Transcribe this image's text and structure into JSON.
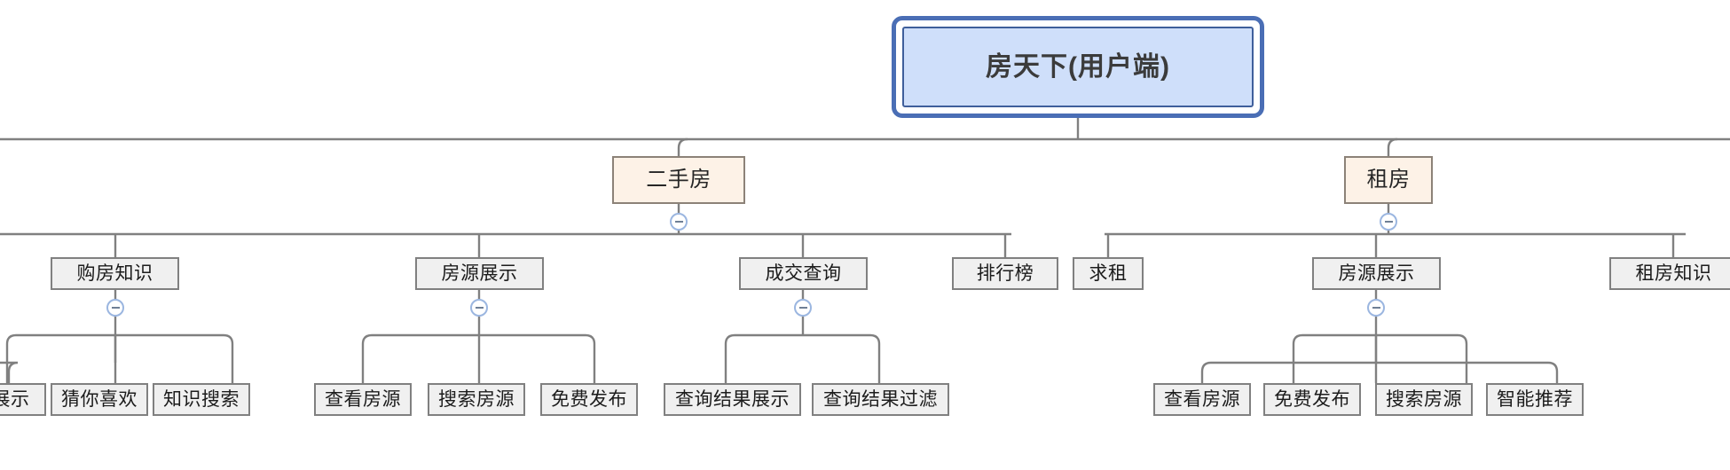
{
  "diagram": {
    "type": "tree-mindmap",
    "title": "房天下(用户端)",
    "toggle_icon": "collapse-minus-icon",
    "colors": {
      "root_fill": "#cfdffa",
      "root_border": "#3f5f9b",
      "root_outer_frame": "#4a6eb5",
      "level2_fill": "#fdf2e7",
      "level2_border": "#8c8278",
      "node_fill": "#f0f0f0",
      "node_border": "#808080",
      "edge": "#808080",
      "toggle_border": "#9bb6e0",
      "toggle_minus": "#6f7f95",
      "background": "#ffffff"
    }
  },
  "root": {
    "label": "房天下(用户端)"
  },
  "nodes": {
    "n_ershoufang": {
      "label": "二手房"
    },
    "n_zufang": {
      "label": "租房"
    },
    "n_goufangzhishi": {
      "label": "购房知识"
    },
    "n_fangyuanzhanshi_left": {
      "label": "房源展示"
    },
    "n_chengjiaochaxun": {
      "label": "成交查询"
    },
    "n_paihangbang": {
      "label": "排行榜"
    },
    "n_qiuzu": {
      "label": "求租"
    },
    "n_fangyuanzhanshi_right": {
      "label": "房源展示"
    },
    "n_zufangzhishi": {
      "label": "租房知识"
    },
    "n_zhanshi": {
      "label": "展示"
    },
    "n_cainixihuan": {
      "label": "猜你喜欢"
    },
    "n_zhishisousuo": {
      "label": "知识搜索"
    },
    "n_chakanfangyuan_l": {
      "label": "查看房源"
    },
    "n_sousuofangyuan_l": {
      "label": "搜索房源"
    },
    "n_mianfeifabu_l": {
      "label": "免费发布"
    },
    "n_chaxunjieguozhanshi": {
      "label": "查询结果展示"
    },
    "n_chaxunjieguoguolv": {
      "label": "查询结果过滤"
    },
    "n_chakanfangyuan_r": {
      "label": "查看房源"
    },
    "n_mianfeifabu_r": {
      "label": "免费发布"
    },
    "n_sousuofangyuan_r": {
      "label": "搜索房源"
    },
    "n_zhinengtuijian": {
      "label": "智能推荐"
    }
  },
  "tree": {
    "label": "房天下(用户端)",
    "children": [
      {
        "label": "二手房",
        "collapsible": true,
        "children": [
          {
            "label": "购房知识",
            "collapsible": true,
            "children": [
              {
                "label": "展示"
              },
              {
                "label": "猜你喜欢"
              },
              {
                "label": "知识搜索"
              }
            ]
          },
          {
            "label": "房源展示",
            "collapsible": true,
            "children": [
              {
                "label": "查看房源"
              },
              {
                "label": "搜索房源"
              },
              {
                "label": "免费发布"
              }
            ]
          },
          {
            "label": "成交查询",
            "collapsible": true,
            "children": [
              {
                "label": "查询结果展示"
              },
              {
                "label": "查询结果过滤"
              }
            ]
          },
          {
            "label": "排行榜"
          }
        ]
      },
      {
        "label": "租房",
        "collapsible": true,
        "children": [
          {
            "label": "求租"
          },
          {
            "label": "房源展示",
            "collapsible": true,
            "children": [
              {
                "label": "查看房源"
              },
              {
                "label": "免费发布"
              },
              {
                "label": "搜索房源"
              },
              {
                "label": "智能推荐"
              }
            ]
          },
          {
            "label": "租房知识"
          }
        ]
      }
    ]
  }
}
